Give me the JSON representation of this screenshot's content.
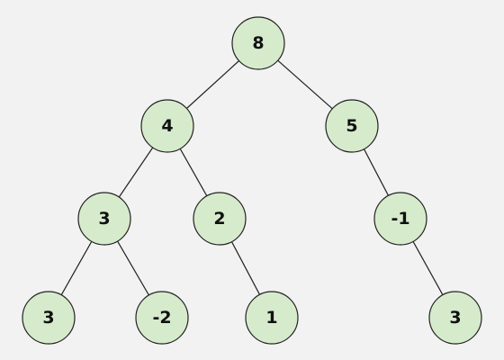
{
  "tree": {
    "colors": {
      "background": "#f2f2f2",
      "node_fill": "#d6ebcc",
      "node_stroke": "#222222",
      "edge": "#222222",
      "label": "#111111"
    },
    "nodes": [
      {
        "id": "n0",
        "label": "8"
      },
      {
        "id": "n1",
        "label": "4"
      },
      {
        "id": "n2",
        "label": "5"
      },
      {
        "id": "n3",
        "label": "3"
      },
      {
        "id": "n4",
        "label": "2"
      },
      {
        "id": "n5",
        "label": "-1"
      },
      {
        "id": "n6",
        "label": "3"
      },
      {
        "id": "n7",
        "label": "-2"
      },
      {
        "id": "n8",
        "label": "1"
      },
      {
        "id": "n9",
        "label": "3"
      }
    ],
    "edges": [
      {
        "from": "n0",
        "to": "n1"
      },
      {
        "from": "n0",
        "to": "n2"
      },
      {
        "from": "n1",
        "to": "n3"
      },
      {
        "from": "n1",
        "to": "n4"
      },
      {
        "from": "n2",
        "to": "n5"
      },
      {
        "from": "n3",
        "to": "n6"
      },
      {
        "from": "n3",
        "to": "n7"
      },
      {
        "from": "n4",
        "to": "n8"
      },
      {
        "from": "n5",
        "to": "n9"
      }
    ]
  }
}
